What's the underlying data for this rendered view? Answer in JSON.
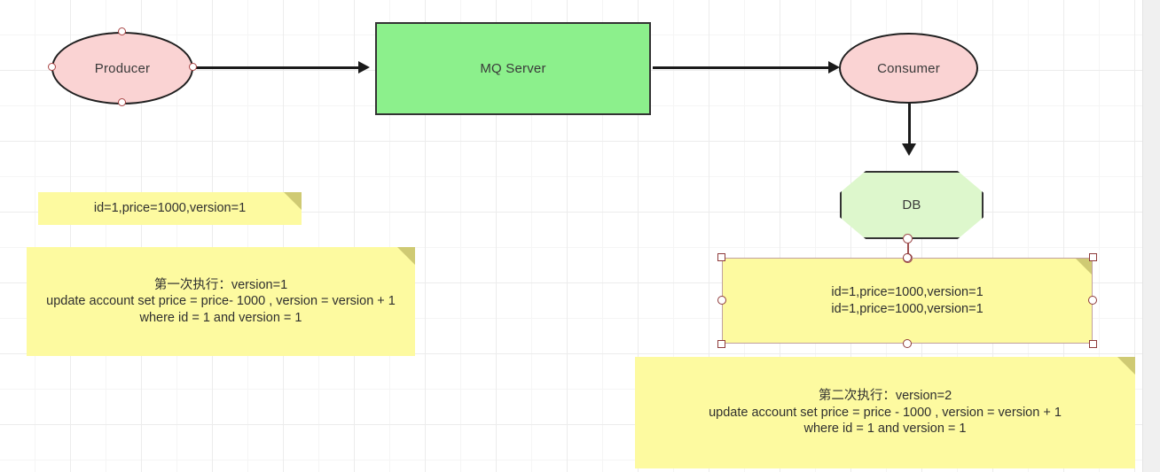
{
  "canvas": {
    "background_color": "#ffffff",
    "grid_color": "#ececec",
    "gutter_color": "#f0f0f0"
  },
  "nodes": {
    "producer": {
      "label": "Producer",
      "shape": "ellipse",
      "fill": "#fad3d3",
      "stroke": "#1f1f1f"
    },
    "mq_server": {
      "label": "MQ  Server",
      "shape": "rectangle",
      "fill": "#8cf08c",
      "stroke": "#333333"
    },
    "consumer": {
      "label": "Consumer",
      "shape": "ellipse",
      "fill": "#fad3d3",
      "stroke": "#1f1f1f"
    },
    "db": {
      "label": "DB",
      "shape": "octagon",
      "fill": "#ddf7cc",
      "stroke": "#333333"
    }
  },
  "notes": {
    "record_initial": {
      "text": "id=1,price=1000,version=1",
      "fill": "#fdfaa0",
      "selected": false
    },
    "first_execution": {
      "text": "第一次执行：version=1\nupdate account set price = price- 1000 , version = version + 1\nwhere id = 1 and version = 1",
      "fill": "#fdfaa0",
      "selected": false
    },
    "db_record": {
      "text": "id=1,price=1000,version=1\nid=1,price=1000,version=1",
      "fill": "#fdfaa0",
      "selected": true
    },
    "second_execution": {
      "text": "第二次执行：version=2\nupdate account set price = price - 1000 , version = version + 1\nwhere id = 1 and version = 1",
      "fill": "#fdfaa0",
      "selected": false
    }
  },
  "edges": {
    "producer_to_mq": {
      "from": "producer",
      "to": "mq_server",
      "direction": "right"
    },
    "mq_to_consumer": {
      "from": "mq_server",
      "to": "consumer",
      "direction": "right"
    },
    "consumer_to_db": {
      "from": "consumer",
      "to": "db",
      "direction": "down"
    },
    "db_to_note": {
      "from": "db",
      "to": "db_record",
      "direction": "down"
    }
  },
  "selection": {
    "handle_color": "#8e3b3b",
    "box_color": "#c0a0a0"
  }
}
